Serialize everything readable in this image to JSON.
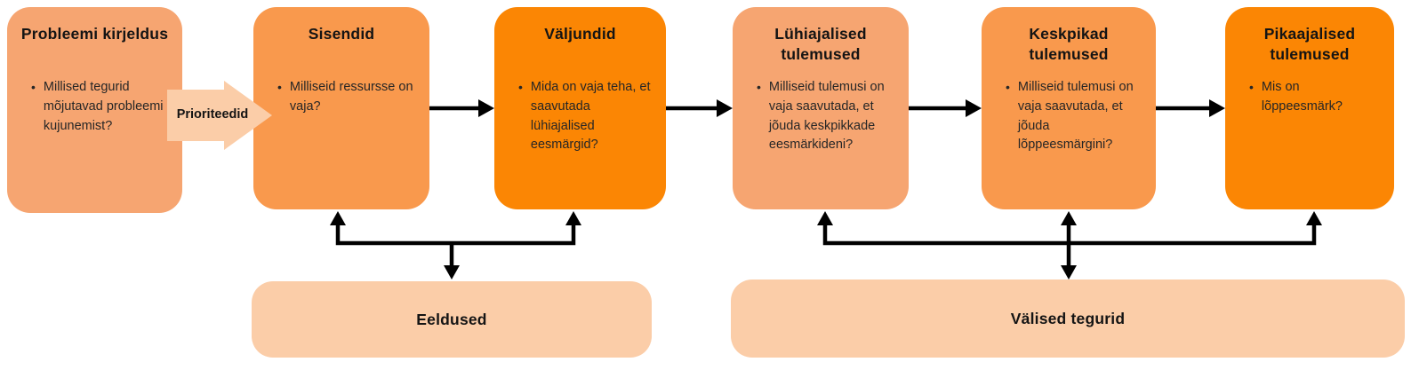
{
  "diagram": {
    "stages": [
      {
        "title": "Probleemi kirjeldus",
        "bullet": "Millised tegurid mõjutavad probleemi kujunemist?",
        "color": "#F6A571"
      },
      {
        "title": "Sisendid",
        "bullet": "Milliseid ressursse on vaja?",
        "color": "#F9994D"
      },
      {
        "title": "Väljundid",
        "bullet": "Mida on vaja teha, et saavutada lühiajalised eesmärgid?",
        "color": "#FB8604"
      },
      {
        "title": "Lühiajalised tulemused",
        "bullet": "Milliseid tulemusi on vaja saavutada, et jõuda keskpikkade eesmärkideni?",
        "color": "#F6A571"
      },
      {
        "title": "Keskpikad tulemused",
        "bullet": "Milliseid tulemusi on vaja saavutada, et jõuda lõppeesmärgini?",
        "color": "#F9994D"
      },
      {
        "title": "Pikaajalised tulemused",
        "bullet": "Mis on lõppeesmärk?",
        "color": "#FB8604"
      }
    ],
    "flow_arrow": {
      "label": "Prioriteedid",
      "color": "#FBCDA8"
    },
    "footers": [
      {
        "label": "Eeldused",
        "color": "#FBCDA8"
      },
      {
        "label": "Välised tegurid",
        "color": "#FBCDA8"
      }
    ],
    "colors": {
      "text": "#141414",
      "line": "#000000",
      "background": "#FFFFFF"
    }
  }
}
